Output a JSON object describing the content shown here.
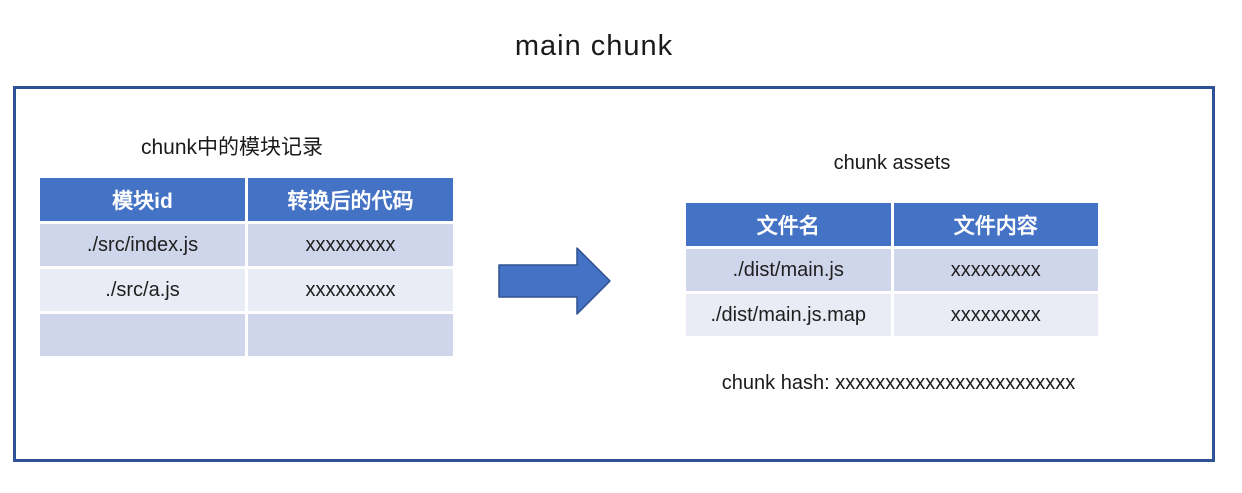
{
  "title": "main chunk",
  "colors": {
    "header_bg": "#4472C4",
    "row_dark": "#CFD5EA",
    "row_light": "#E9EBF5",
    "box_border": "#2F5294",
    "arrow_fill": "#4472C4",
    "arrow_stroke": "#2F528F"
  },
  "left_section": {
    "label": "chunk中的模块记录",
    "table": {
      "headers": [
        "模块id",
        "转换后的代码"
      ],
      "rows": [
        [
          "./src/index.js",
          "xxxxxxxxx"
        ],
        [
          "./src/a.js",
          "xxxxxxxxx"
        ],
        [
          "",
          ""
        ]
      ]
    }
  },
  "right_section": {
    "label": "chunk assets",
    "table": {
      "headers": [
        "文件名",
        "文件内容"
      ],
      "rows": [
        [
          "./dist/main.js",
          "xxxxxxxxx"
        ],
        [
          "./dist/main.js.map",
          "xxxxxxxxx"
        ]
      ]
    },
    "hash_line": "chunk hash: xxxxxxxxxxxxxxxxxxxxxxxx"
  }
}
